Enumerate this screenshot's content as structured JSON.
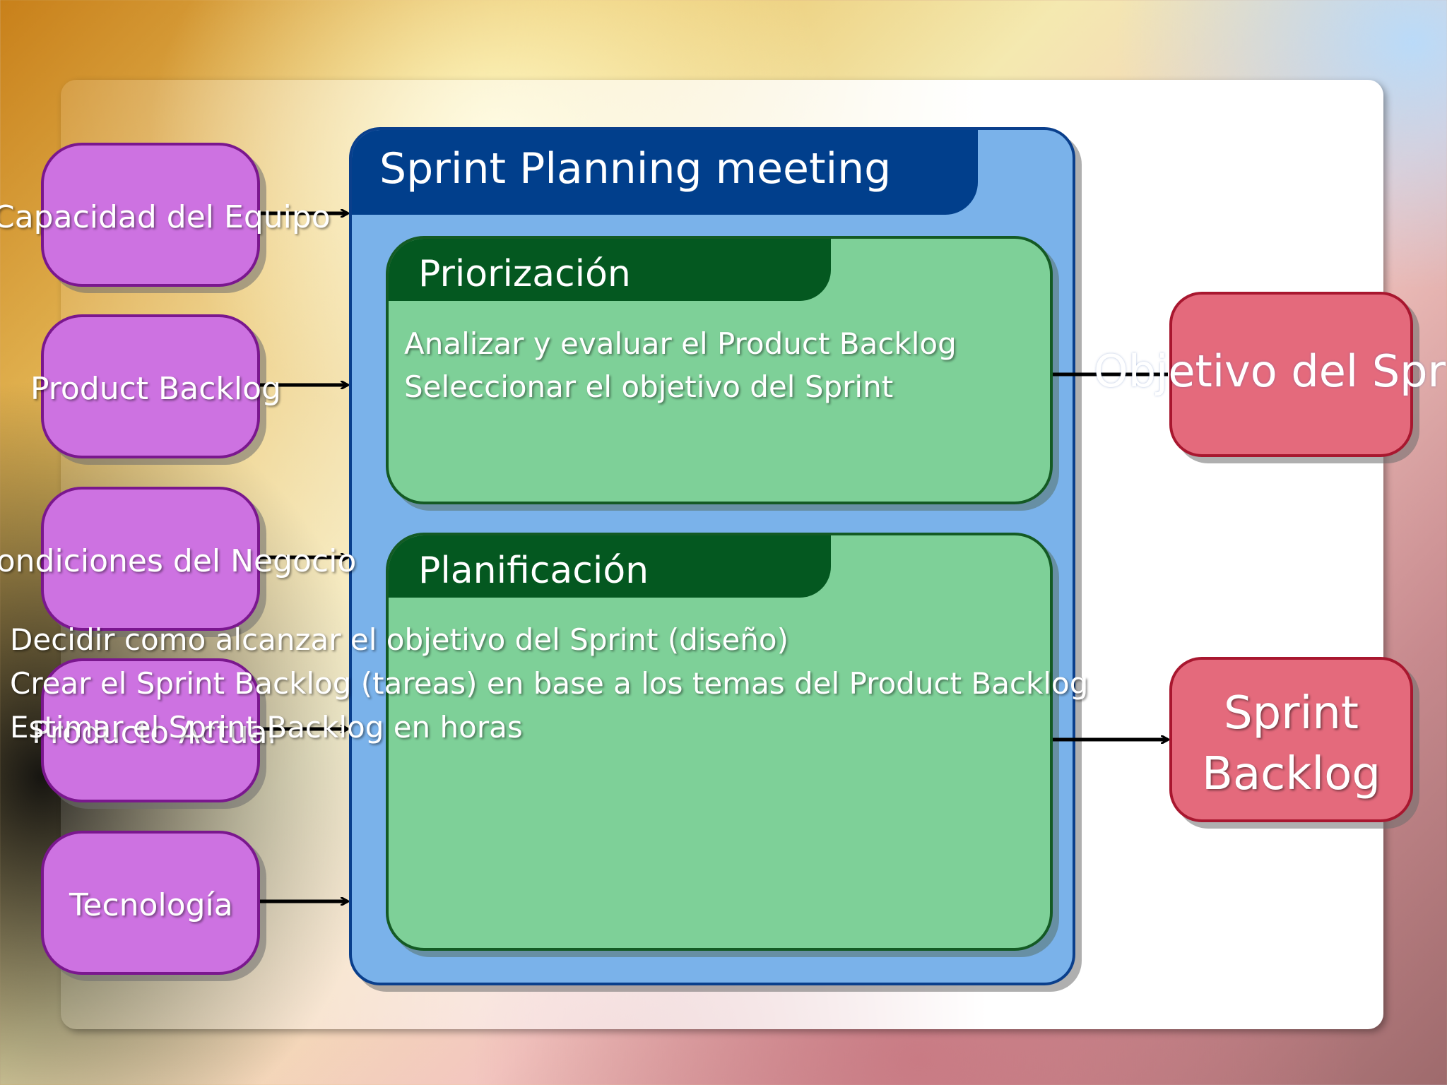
{
  "inputs": [
    {
      "label": "Capacidad del Equipo"
    },
    {
      "label": "Product Backlog"
    },
    {
      "label": "Condiciones del  Negocio"
    },
    {
      "label": "Producto Actual"
    },
    {
      "label": "Tecnología"
    }
  ],
  "meeting": {
    "title": "Sprint Planning meeting",
    "priorizacion": {
      "title": "Priorización",
      "lines": [
        "Analizar y evaluar el Product Backlog",
        "Seleccionar el objetivo del Sprint"
      ]
    },
    "planificacion": {
      "title": "Planificación",
      "lines": [
        "Decidir como alcanzar el objetivo del Sprint (diseño)",
        "Crear el Sprint Backlog (tareas) en base a los temas del Product Backlog",
        "Estimar el Sprint Backlog en horas"
      ]
    }
  },
  "outputs": {
    "objetivo": "Objetivo del Sprint",
    "sprint_backlog_line1": "Sprint",
    "sprint_backlog_line2": "Backlog"
  },
  "colors": {
    "input_fill": "#cd72e1",
    "input_border": "#7a178e",
    "output_fill": "#e46a7c",
    "output_border": "#a8172f",
    "frame_fill": "#7ab2ea",
    "frame_header": "#013f8c",
    "phase_fill": "#7ed098",
    "phase_header": "#045820"
  }
}
